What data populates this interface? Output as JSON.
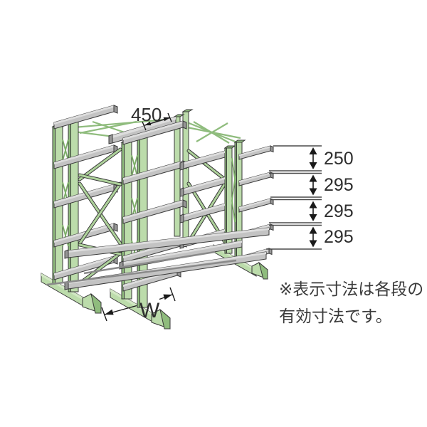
{
  "diagram": {
    "kind": "cantilever-rack-dimension-diagram",
    "labels": {
      "arm_depth": "450",
      "width": "W"
    },
    "levels": [
      {
        "gap": "250"
      },
      {
        "gap": "295"
      },
      {
        "gap": "295"
      },
      {
        "gap": "295"
      }
    ],
    "note": {
      "line1": "※表示寸法は各段の",
      "line2": "有効寸法です。"
    },
    "colors": {
      "rack_green": "#bcdcab",
      "rack_green_shade": "#8fbc7d",
      "steel_gray": "#c3c3c3",
      "steel_gray_light": "#dddddd",
      "steel_gray_shade": "#969696",
      "outline": "#3a3a3a",
      "dimension_line": "#1a1a1a",
      "label_text": "#2e2e2e"
    }
  }
}
